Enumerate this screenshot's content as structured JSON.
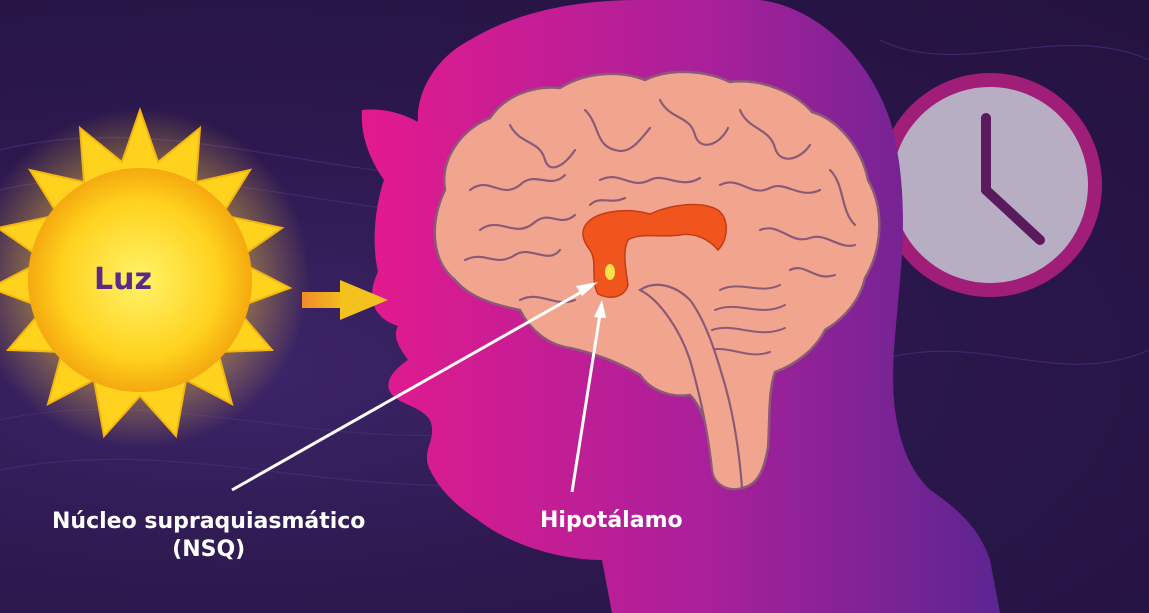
{
  "labels": {
    "sun": "Luz",
    "nsq_line1": "Núcleo supraquiasmático",
    "nsq_line2": "(NSQ)",
    "hypothalamus": "Hipotálamo"
  },
  "colors": {
    "background": "#2a1748",
    "head_gradient_start": "#e0198c",
    "head_gradient_end": "#6a2496",
    "brain": "#f2a58e",
    "hypothalamus": "#f0551e",
    "sun": "#ffd21e",
    "clock_rim": "#a01e78",
    "clock_face": "#b8aec4",
    "arrow": "#f0a020"
  },
  "icons": {
    "sun": "sun-icon",
    "clock": "clock-icon",
    "arrow": "arrow-right-icon"
  }
}
